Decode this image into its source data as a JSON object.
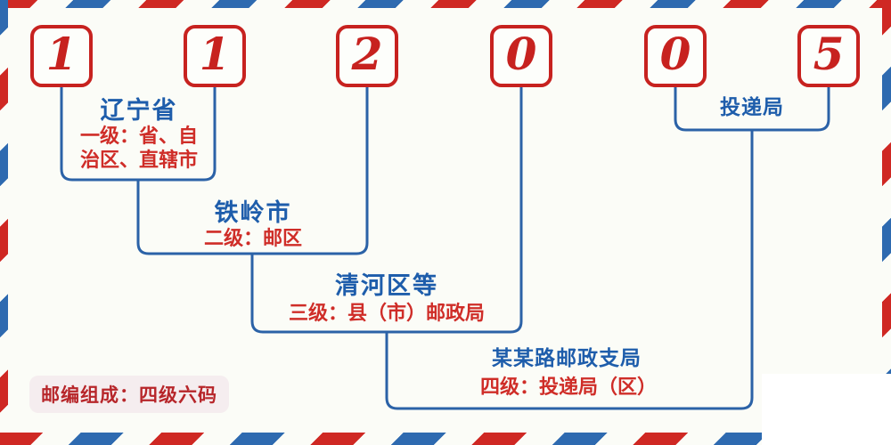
{
  "postal_code": {
    "digits": [
      "1",
      "1",
      "2",
      "0",
      "0",
      "5"
    ]
  },
  "labels": {
    "level1": {
      "place": "辽宁省",
      "meaning": "一级：省、自治区、直辖市"
    },
    "level2": {
      "place": "铁岭市",
      "meaning": "二级：邮区"
    },
    "level3": {
      "place": "清河区等",
      "meaning": "三级：县（市）邮政局"
    },
    "level4": {
      "place": "某某路邮政支局",
      "meaning": "四级：投递局（区）"
    },
    "delivery_bureau": "投递局"
  },
  "footer_badge": "邮编组成：四级六码",
  "colors": {
    "red": "#c7221f",
    "blue": "#2b62a7",
    "stripe_red": "#cf2823",
    "stripe_blue": "#2e6ab0",
    "badge_background": "#f5edef",
    "background": "#fbfcf7"
  }
}
